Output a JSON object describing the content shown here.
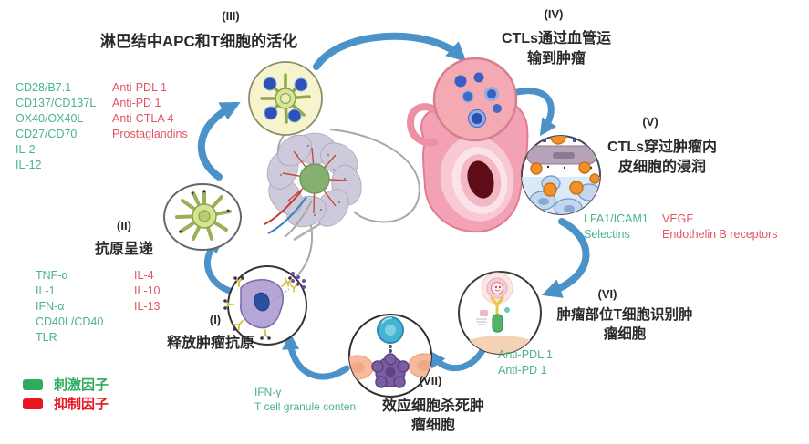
{
  "diagram": {
    "steps": {
      "s1": {
        "numeral": "(I)",
        "title": "释放肿瘤抗原"
      },
      "s2": {
        "numeral": "(II)",
        "title": "抗原呈递"
      },
      "s3": {
        "numeral": "(III)",
        "title": "淋巴结中APC和T细胞的活化"
      },
      "s4": {
        "numeral": "(IV)",
        "line1": "CTLs通过血管运",
        "line2": "输到肿瘤"
      },
      "s5": {
        "numeral": "(V)",
        "line1": "CTLs穿过肿瘤内",
        "line2": "皮细胞的浸润"
      },
      "s6": {
        "numeral": "(VI)",
        "line1": "肿瘤部位T细胞识别肿",
        "line2": "瘤细胞"
      },
      "s7": {
        "numeral": "(VII)",
        "line1": "效应细胞杀死肿",
        "line2": "瘤细胞"
      }
    },
    "factor_lists": {
      "lymph_stimulatory": {
        "items": [
          "CD28/B7.1",
          "CD137/CD137L",
          "OX40/OX40L",
          "CD27/CD70",
          "IL-2",
          "IL-12"
        ]
      },
      "lymph_inhibitory": {
        "items": [
          "Anti-PDL 1",
          "Anti-PD 1",
          "Anti-CTLA 4",
          "Prostaglandins"
        ]
      },
      "presentation_stimulatory": {
        "items": [
          "TNF-α",
          "IL-1",
          "IFN-α",
          "CD40L/CD40",
          "TLR"
        ]
      },
      "presentation_inhibitory": {
        "items": [
          "IL-4",
          "IL-10",
          "IL-13"
        ]
      },
      "infiltration_stimulatory": {
        "items": [
          "LFA1/ICAM1",
          "Selectins"
        ]
      },
      "infiltration_inhibitory": {
        "items": [
          "VEGF",
          "Endothelin B receptors"
        ]
      },
      "recognition_stimulatory": {
        "items": [
          "Anti-PDL 1",
          "Anti-PD 1"
        ]
      },
      "killing_stimulatory": {
        "items": [
          "IFN-γ",
          "T cell granule conten"
        ]
      }
    },
    "legend": {
      "stimulatory_label": "刺激因子",
      "inhibitory_label": "抑制因子"
    },
    "colors": {
      "stimulatory_text": "#4bb387",
      "inhibitory_text": "#e05560",
      "legend_green": "#2fab5f",
      "legend_red": "#e81522",
      "arrow_blue": "#4a92c8"
    }
  }
}
